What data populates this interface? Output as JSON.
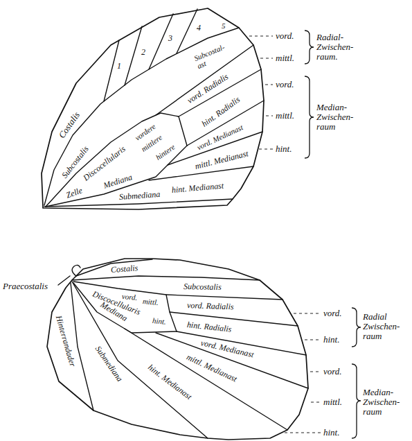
{
  "diagram": {
    "labels": [
      "1",
      "2",
      "3",
      "4",
      "5",
      "Subcostal- ast",
      "Costalis",
      "Subcostalis",
      "vordere",
      "mittlere",
      "hintere",
      "Discocellularis",
      "Zelle",
      "Mediana",
      "vord. Radialis",
      "hint. Radialis",
      "vord. Medianast",
      "mittl. Medianast",
      "hint. Medianast",
      "Submediana",
      "vord.",
      "mittl.",
      "Radial- Zwischen- raum.",
      "vord.",
      "mittl.",
      "hint.",
      "Median- Zwischen- raum",
      "Praecostalis",
      "Costalis",
      "Subcostalis",
      "vord.",
      "mittl.",
      "hint.",
      "Discocellularis",
      "Mediana",
      "vord. Radialis",
      "hint. Radialis",
      "vord. Medianast",
      "mittl. Medianast",
      "hint. Medianast",
      "Submediana",
      "Hinterrandader",
      "vord.",
      "hint.",
      "Radial Zwischen- raum",
      "vord.",
      "mittl.",
      "hint.",
      "Median- Zwischen- raum"
    ]
  }
}
